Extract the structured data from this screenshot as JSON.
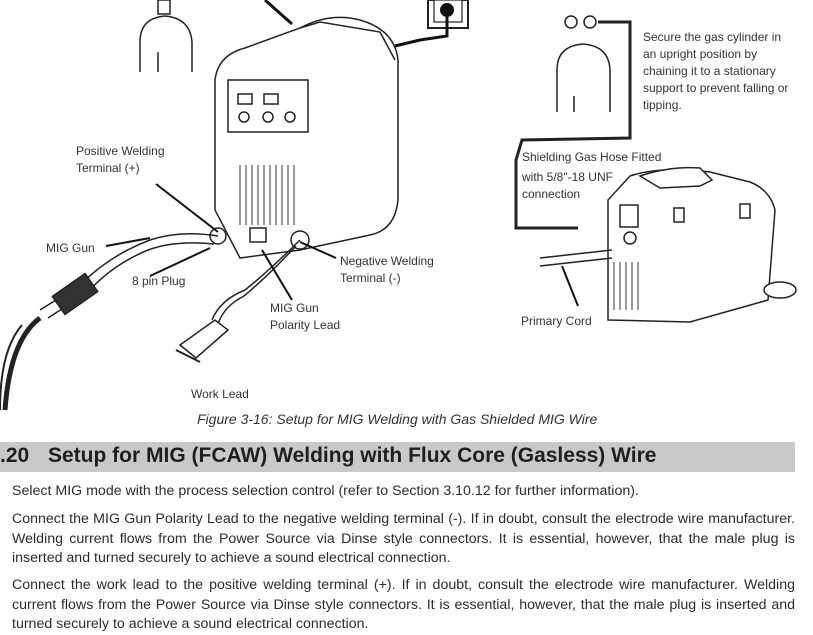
{
  "figure": {
    "labels": {
      "positive_terminal": "Positive Welding Terminal (+)",
      "mig_gun": "MIG Gun",
      "pin_plug": "8 pin Plug",
      "negative_terminal": "Negative Welding Terminal (-)",
      "polarity_lead": "MIG Gun Polarity Lead",
      "work_lead": "Work Lead",
      "secure_note": "Secure the gas cylinder in an upright position by chaining it to a stationary support to prevent falling or tipping.",
      "hose_line1": "Shielding Gas Hose Fitted",
      "hose_line2": "with 5/8\"-18 UNF",
      "hose_line3": "connection",
      "primary_cord": "Primary Cord"
    },
    "caption": "Figure 3-16: Setup for MIG Welding with Gas Shielded MIG Wire"
  },
  "section": {
    "number": ".20",
    "title": "Setup for MIG (FCAW) Welding with Flux Core (Gasless) Wire"
  },
  "paragraphs": [
    "Select MIG mode with the process selection control (refer to Section 3.10.12 for further information).",
    "Connect the MIG Gun Polarity Lead to the negative welding terminal (-). If in doubt, consult the electrode wire manufacturer. Welding current flows from the Power Source via Dinse style connectors. It is essential, however, that the male plug is inserted and turned securely to achieve a sound electrical connection.",
    "Connect the work lead to the positive welding terminal (+). If in doubt, consult the electrode wire manufacturer. Welding current flows from the Power Source via Dinse style connectors. It is essential, however, that the male plug is inserted and turned securely to achieve a sound electrical connection."
  ]
}
